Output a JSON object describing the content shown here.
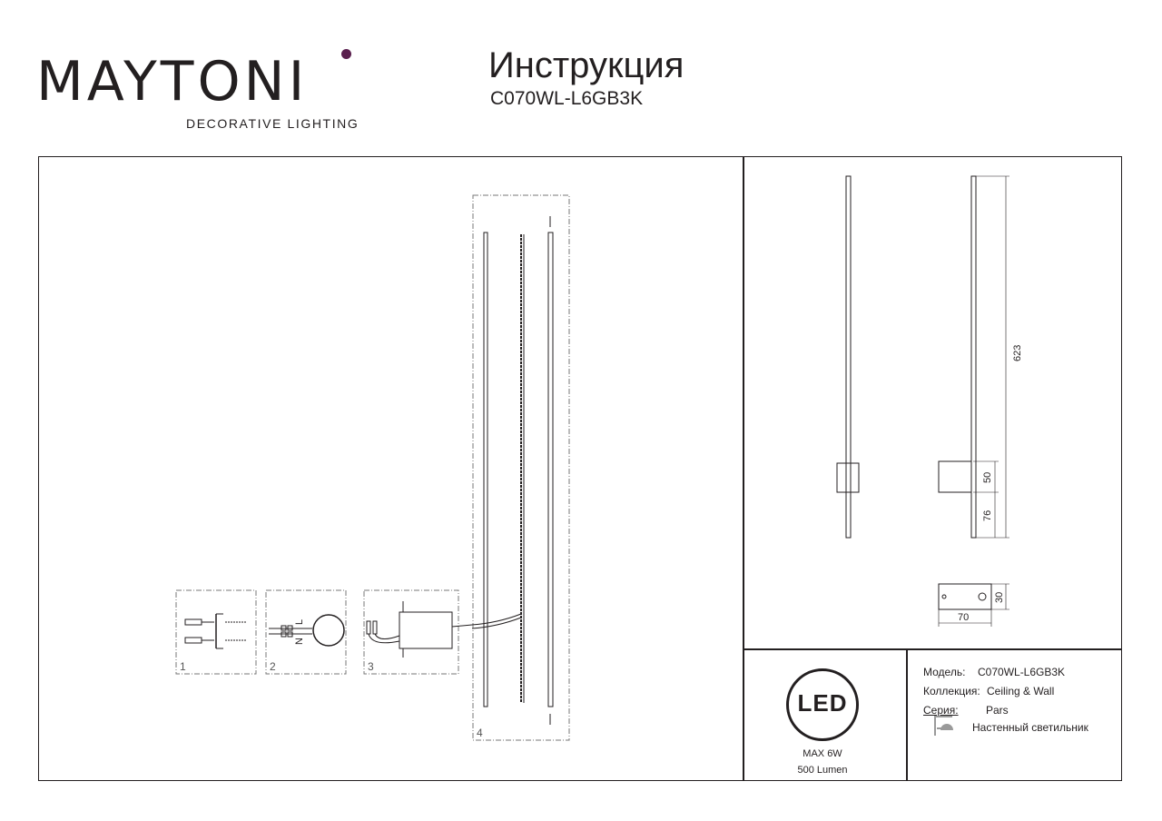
{
  "header": {
    "logo_text": "MAYTONI",
    "logo_tagline": "DECORATIVE LIGHTING",
    "title": "Инструкция",
    "model_code": "C070WL-L6GB3K"
  },
  "steps": {
    "step1": "1",
    "step2": "2",
    "step3": "3",
    "step4": "4",
    "wire_n": "N",
    "wire_l": "L"
  },
  "dimensions": {
    "total_height": "623",
    "bracket_height": "50",
    "bracket_offset": "76",
    "base_width": "70",
    "base_depth": "30"
  },
  "led_badge": {
    "label": "LED",
    "power": "MAX 6W",
    "lumen": "500 Lumen"
  },
  "specs": {
    "model_label": "Модель:",
    "model_value": "C070WL-L6GB3K",
    "collection_label": "Коллекция:",
    "collection_value": "Ceiling & Wall",
    "series_label": "Серия:",
    "series_value": "Pars",
    "type_value": "Настенный светильник"
  },
  "icons": {
    "type_icon": "wall-lamp-icon"
  },
  "colors": {
    "line": "#231f20",
    "logo_dot": "#5a1f4e"
  }
}
